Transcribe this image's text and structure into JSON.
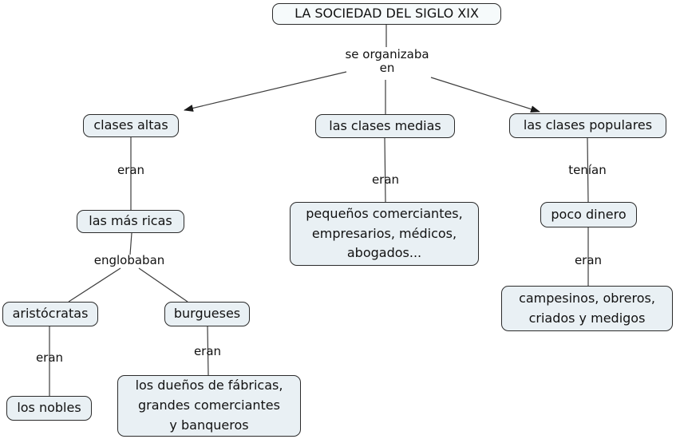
{
  "nodes": {
    "title": "LA SOCIEDAD DEL SIGLO XIX",
    "clases_altas": "clases altas",
    "las_mas_ricas": "las más ricas",
    "aristocratas": "aristócratas",
    "los_nobles": "los nobles",
    "burgueses": "burgueses",
    "duenos_fabricas": "los dueños de fábricas,\ngrandes comerciantes\ny banqueros",
    "clases_medias": "las clases medias",
    "medias_integrantes": "pequeños comerciantes,\nempresarios, médicos,\nabogados...",
    "clases_populares": "las clases populares",
    "poco_dinero": "poco dinero",
    "populares_integrantes": "campesinos, obreros,\ncriados y medigos"
  },
  "connectors": {
    "root": "se organizaba\nen",
    "altas_eran": "eran",
    "englobaban": "englobaban",
    "aristocratas_eran": "eran",
    "burgueses_eran": "eran",
    "medias_eran": "eran",
    "populares_tenian": "tenían",
    "dinero_eran": "eran"
  },
  "colors": {
    "background": "#ffffff",
    "node_fill": "#e9f0f4",
    "title_fill": "#f6fafb",
    "node_border": "#2b2b2b",
    "line": "#3d3d3d",
    "arrowhead": "#1a1a1a",
    "text": "#111111"
  }
}
